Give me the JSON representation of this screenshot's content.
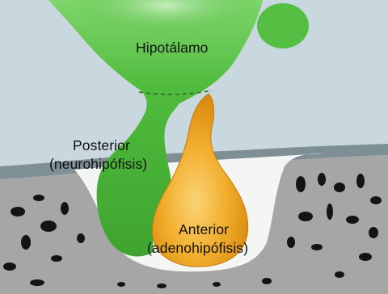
{
  "labels": {
    "hypothalamus": "Hipotálamo",
    "posterior": "Posterior",
    "posterior_sub": "(neurohipófisis)",
    "anterior": "Anterior",
    "anterior_sub": "(adenohipófisis)"
  },
  "colors": {
    "background_top": "#c9d8df",
    "membrane": "#7f8f96",
    "bone_gray": "#a6a6a6",
    "bone_holes": "#141414",
    "cavity_white": "#f4f6f4",
    "neural_green": "#4fbb3c",
    "gland_orange": "#eda11f"
  }
}
